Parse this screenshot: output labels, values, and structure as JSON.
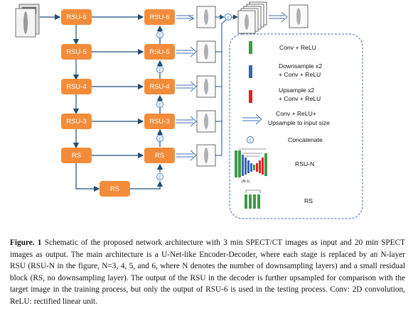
{
  "blocks": {
    "enc": [
      "RSU-6",
      "RSU-5",
      "RSU-4",
      "RSU-3",
      "RS"
    ],
    "dec": [
      "RSU-6",
      "RSU-5",
      "RSU-4",
      "RSU-3",
      "RS"
    ],
    "bottom": "RS"
  },
  "concat_symbol": "c",
  "legend": {
    "conv": "Conv + ReLU",
    "down_1": "Downsample x2",
    "down_2": "+ Conv + ReLU",
    "up_1": "Upsample x2",
    "up_2": "+ Conv + ReLU",
    "arrow_1": "Conv + ReLU+",
    "arrow_2": "Upsample to input size",
    "concat": "Concatenate",
    "rsun": "RSU-N",
    "rsun_small": "(N-1)",
    "rs": "RS"
  },
  "colors": {
    "block": "#f28c3a",
    "flow": "#1f4e79",
    "legend_border": "#3b6bb5",
    "conv": "#3d9a47",
    "down": "#3a63b8",
    "up": "#e02020"
  },
  "caption": {
    "fig_label": "Figure. 1",
    "text": " Schematic of the proposed network architecture with 3 min SPECT/CT images as input and 20 min SPECT images as output. The main architecture is a U-Net-like Encoder-Decoder, where each stage is replaced by an N-layer RSU (RSU-N in the figure, N=3, 4, 5, and 6, where N denotes the number of downsampling layers) and a small residual block (RS, no downsampling layer). The output of the RSU in the decoder is further upsampled for comparison with the target image in the training process, but only the output of RSU-6 is used in the testing process. Conv: 2D convolution, ReLU: rectified linear unit."
  }
}
